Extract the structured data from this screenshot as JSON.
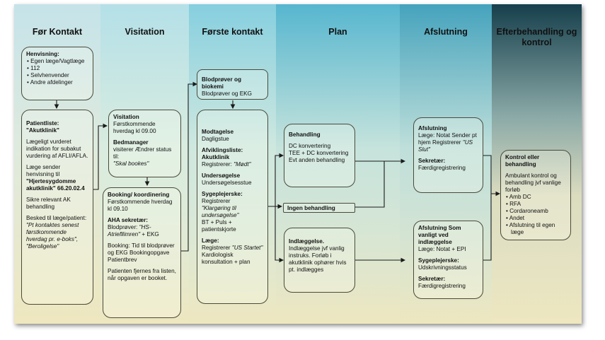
{
  "columns": [
    {
      "title": "Før Kontakt"
    },
    {
      "title": "Visitation"
    },
    {
      "title": "Første kontakt"
    },
    {
      "title": "Plan"
    },
    {
      "title": "Afslutning"
    },
    {
      "title": "Efterbehandling og kontrol"
    }
  ],
  "colors": {
    "col1": "#cfe7ec",
    "col2": "#aedde6",
    "col3": "#7ccbdc",
    "col4": "#4fb3cc",
    "col5": "#3f9fb9",
    "col6": "#1b4f5e"
  },
  "boxes": {
    "henvisning": {
      "title": "Henvisning:",
      "items": [
        "• Egen læge/Vagtlæge",
        "• 112",
        "• Selvhenvender",
        "• Andre afdelinger"
      ]
    },
    "patientliste": {
      "title": "Patientliste: \"Akutklinik\"",
      "p1": "Lægeligt vurderet indikation for subakut vurdering af AFLI/AFLA.",
      "p2a": "Læge sender henvisning til",
      "p2b": "\"Hjertesygdomme akutklinik\" 66.20.02.4",
      "p3": "Sikre relevant AK behandling",
      "p4a": "Besked til læge/patient:",
      "p4b": "\"Pt kontaktes senest førstkommende hverdag pr. e-boks\", \"Beroligelse\""
    },
    "visitation": {
      "title": "Visitation",
      "text": "Førstkommende hverdag kl 09.00",
      "title2": "Bedmanager",
      "text2": "visiterer Ændrer status til:",
      "text2i": "\"Skal bookes\""
    },
    "booking": {
      "title": "Booking/ koordinering",
      "text": "Førstkommende hverdag kl 09.10",
      "title2": "AHA sekretær:",
      "text2a": "Blodprøver:",
      "text2i": "\"HS-Atriefllimren\"",
      "text2b": "+ EKG",
      "p3": "Booking: Tid til blodprøver og EKG Bookingopgave Patientbrev",
      "p4": "Patienten fjernes fra listen, når opgaven er booket."
    },
    "blodprover": {
      "title": "Blodprøver og biokemi",
      "text": "Blodprøver og EKG"
    },
    "modtagelse": {
      "title": "Modtagelse",
      "text": "Dagligstue",
      "title2": "Afviklingsliste: Akutklinik",
      "text2a": "Registrerer:",
      "text2i": "\"Mødt\"",
      "title3": "Undersøgelse",
      "text3": "Undersøgelsesstue",
      "title4": "Sygeplejerske:",
      "text4a": "Registrerer",
      "text4i": "\"Klargøring til undersøgelse\"",
      "text4b": "BT + Puls + patientskjorte",
      "title5": "Læge:",
      "text5a": "Registrerer",
      "text5i": "\"US Startet\"",
      "text5b": "Kardiologisk konsultation + plan"
    },
    "behandling": {
      "title": "Behandling",
      "items": [
        "DC konvertering",
        "TEE + DC konvertering",
        "Evt anden behandling"
      ]
    },
    "ingen": {
      "title": "Ingen behandling"
    },
    "indlaeggelse": {
      "title": "Indlæggelse.",
      "text": "Indlæggelse jvf vanlig instruks. Forløb i akutklinik ophører hvis pt. indlægges"
    },
    "afslutning1": {
      "title": "Afslutning",
      "text": "Læge: Notat Sender pt hjem Registrerer",
      "text_i": "\"US Slut\"",
      "title2": "Sekretær:",
      "text2": "Færdigregistrering"
    },
    "afslutning2": {
      "title": "Afslutning Som vanligt ved indlæggelse",
      "text": "Læge: Notat + EPI",
      "title2": "Sygeplejerske:",
      "text2": "Udskrivningsstatus",
      "title3": "Sekretær:",
      "text3": "Færdigregistrering"
    },
    "kontrol": {
      "title": "Kontrol eller behandling",
      "text": "Ambulant kontrol og behandling jvf vanlige forløb",
      "items": [
        "• Amb DC",
        "• RFA",
        "• Cordaroneamb",
        "• Andet",
        "• Afslutning til egen læge"
      ]
    }
  }
}
